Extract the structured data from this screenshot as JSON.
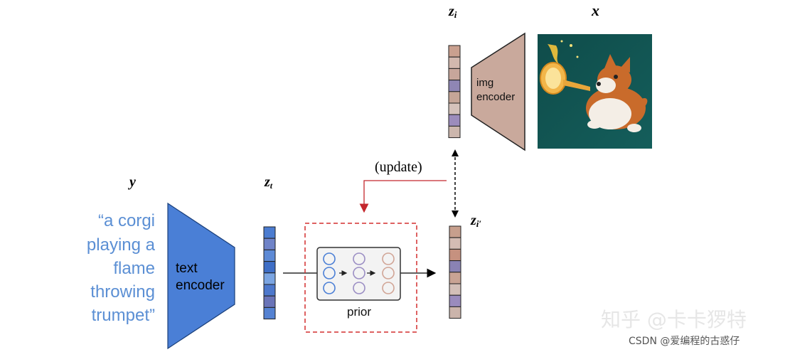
{
  "labels": {
    "y": "y",
    "x": "x",
    "zi": "z",
    "zi_sub": "i",
    "zt": "z",
    "zt_sub": "t",
    "zi_prime": "z",
    "zi_prime_sub": "i′",
    "update": "(update)",
    "img_encoder_line1": "img",
    "img_encoder_line2": "encoder",
    "text_encoder_line1": "text",
    "text_encoder_line2": "encoder",
    "prior": "prior"
  },
  "caption_lines": [
    "“a corgi",
    "playing a",
    "flame",
    "throwing",
    "trumpet”"
  ],
  "watermark": {
    "zhihu": "知乎 @卡卡猡特",
    "csdn": "CSDN @爱编程的古惑仔"
  },
  "colors": {
    "text_encoder": "#4a7fd6",
    "img_encoder": "#c9a99c",
    "caption": "#5b8fd4",
    "update_arrow": "#c4272d",
    "prior_box": "#d32f2f"
  },
  "vectors": {
    "zi": [
      "#c9a08f",
      "#d2b8ae",
      "#c7a69b",
      "#8f86b4",
      "#c5a597",
      "#d5c2bb",
      "#9c8cbc",
      "#ccb6ad"
    ],
    "zt": [
      "#4b7cd0",
      "#6f83c8",
      "#5d8ad6",
      "#3e6ec6",
      "#7ba5e2",
      "#4d78cc",
      "#6a74b8",
      "#5582d2"
    ],
    "zi_prime": [
      "#c79f8d",
      "#d4bcb3",
      "#c6917f",
      "#8a82b4",
      "#c9a394",
      "#d3bfb8",
      "#9a8bbd",
      "#cbb4ab"
    ]
  },
  "prior_nodes": {
    "col1": "#4b7fd6",
    "col2": "#9b8ec4",
    "col3": "#d1a596"
  }
}
